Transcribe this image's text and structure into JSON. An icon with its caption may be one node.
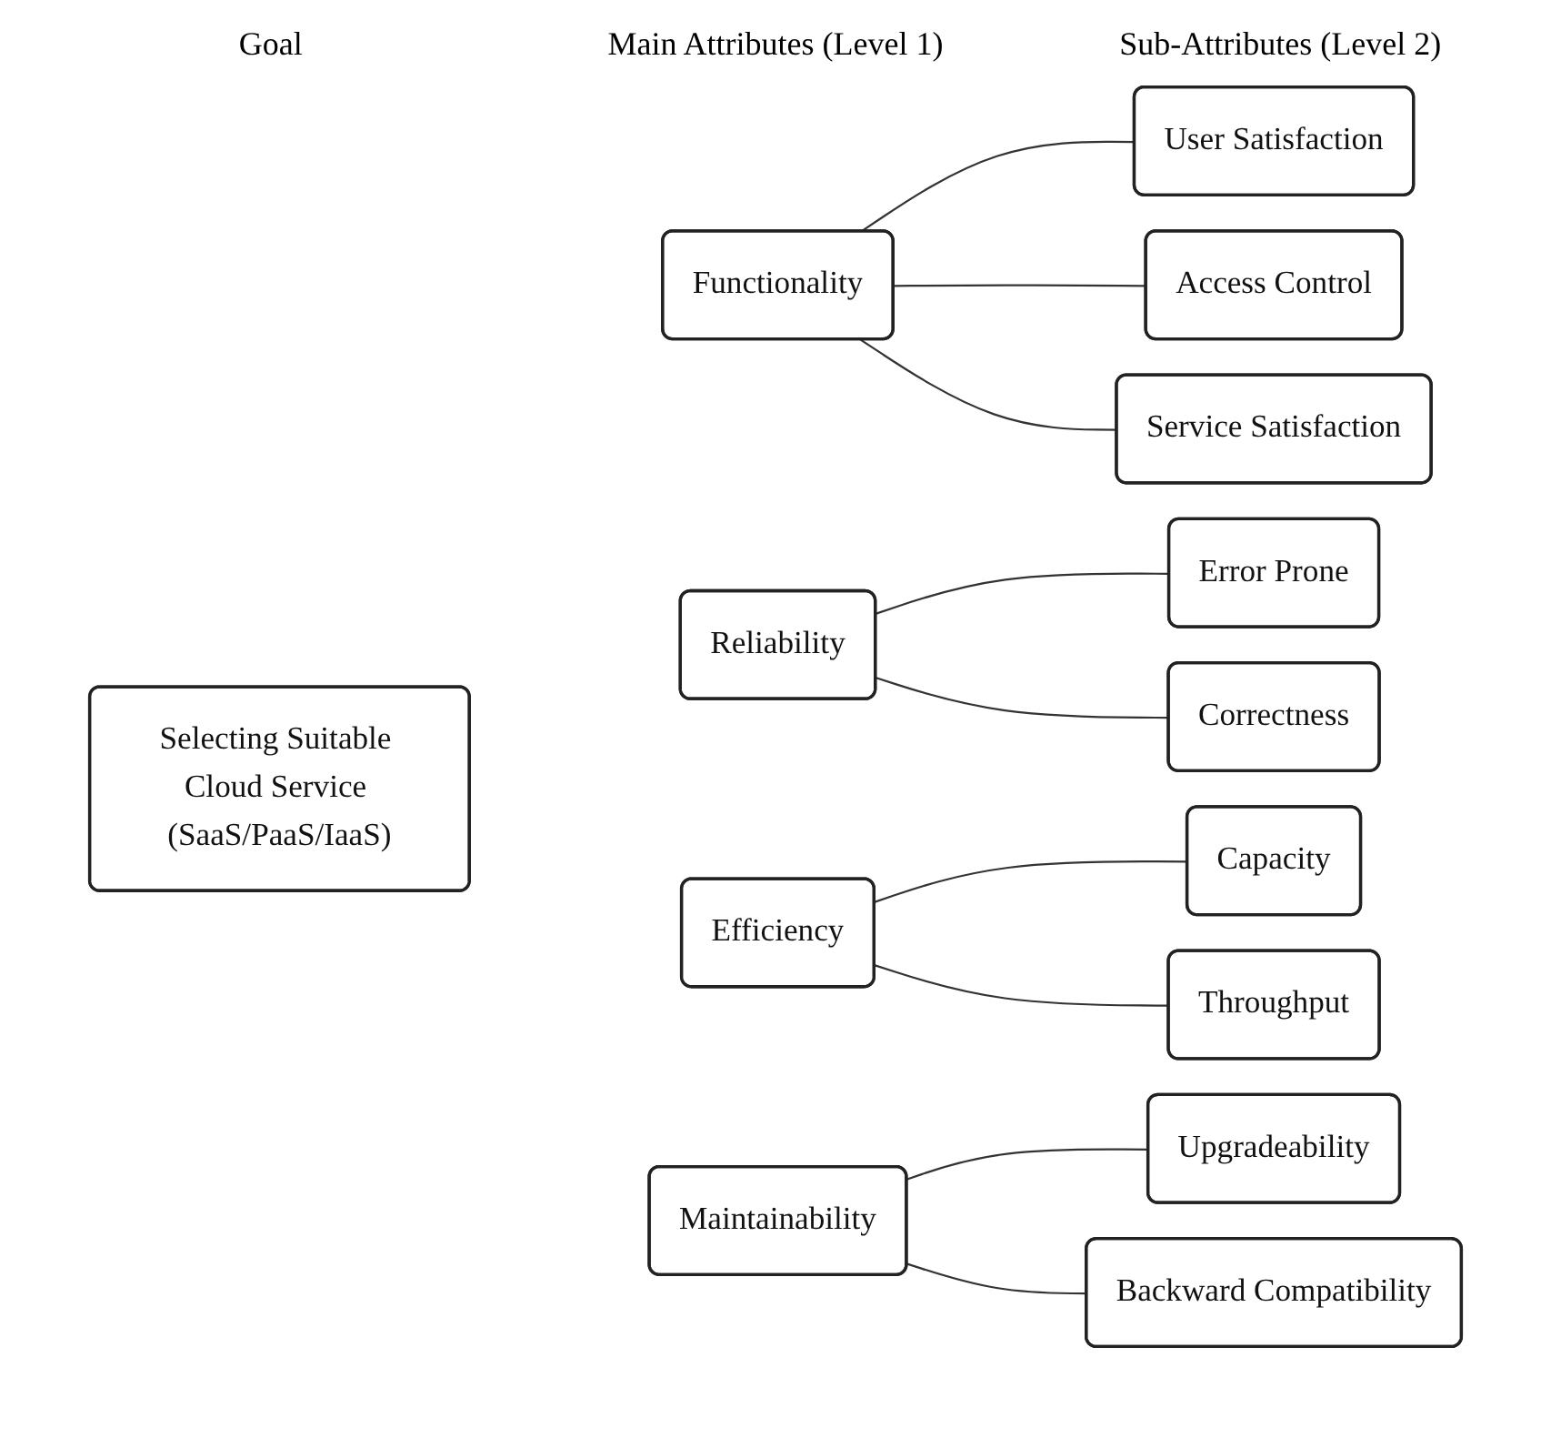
{
  "diagram": {
    "nodes": [
      {
        "text": [
          "Selecting Suitable Cloud Service (SaaS/PaaS/IaaS)"
        ]
      },
      {
        "text": [
          "Functionality"
        ]
      },
      {
        "text": [
          "User Satisfaction"
        ]
      },
      {
        "text": [
          "Access Control"
        ]
      },
      {
        "text": [
          "Service Satisfaction"
        ]
      },
      {
        "text": [
          "Reliability"
        ]
      },
      {
        "text": [
          "Error Prone"
        ]
      },
      {
        "text": [
          "Correctness"
        ]
      },
      {
        "text": [
          "Efficiency"
        ]
      },
      {
        "text": [
          "Capacity"
        ]
      },
      {
        "text": [
          "Throughput"
        ]
      },
      {
        "text": [
          "Maintainability"
        ]
      },
      {
        "text": [
          "Upgradeability"
        ]
      },
      {
        "text": [
          "Backward Compatibility"
        ]
      }
    ],
    "edges": [
      {
        "from": 1,
        "to": 2,
        "arrow": "none"
      },
      {
        "from": 1,
        "to": 3,
        "arrow": "none"
      },
      {
        "from": 1,
        "to": 4,
        "arrow": "none"
      },
      {
        "from": 5,
        "to": 6,
        "arrow": "none"
      },
      {
        "from": 5,
        "to": 7,
        "arrow": "none"
      },
      {
        "from": 8,
        "to": 9,
        "arrow": "none"
      },
      {
        "from": 8,
        "to": 10,
        "arrow": "none"
      },
      {
        "from": 11,
        "to": 12,
        "arrow": "none"
      },
      {
        "from": 11,
        "to": 13,
        "arrow": "none"
      }
    ],
    "labels": [
      "Goal",
      "Main Attributes (Level 1)",
      "Sub-Attributes (Level 2)"
    ]
  }
}
